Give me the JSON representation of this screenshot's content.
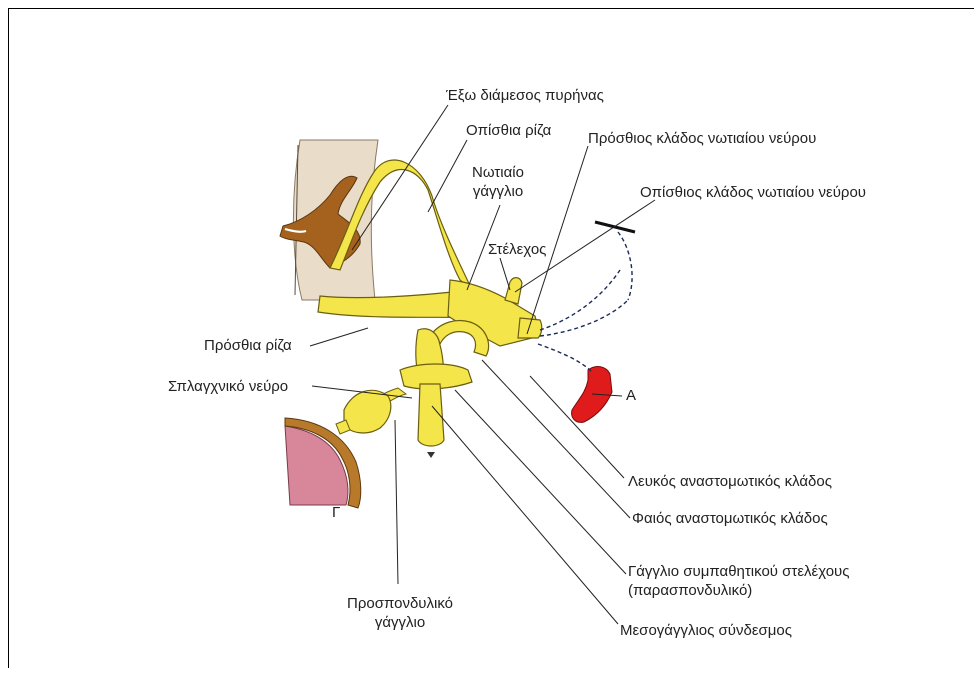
{
  "labels": {
    "exo_diamesos_pyrinas": "Έξω διάμεσος πυρήνας",
    "opisthia_riza": "Οπίσθια ρίζα",
    "notiaio_line1": "Νωτιαίο",
    "notiaio_line2": "γάγγλιο",
    "stelexos": "Στέλεχος",
    "prosthios_kladosnotiaiou": "Πρόσθιος κλάδος νωτιαίου νεύρου",
    "opisthios_kladosnotiaiou": "Οπίσθιος κλάδος νωτιαίου νεύρου",
    "prosthia_riza": "Πρόσθια ρίζα",
    "splagxniko_neyro": "Σπλαγχνικό νεύρο",
    "letter_a": "Α",
    "letter_g": "Γ",
    "leykos_anastomotikos": "Λευκός αναστομωτικός κλάδος",
    "faios_anastomotikos": "Φαιός αναστομωτικός κλάδος",
    "gagglio_symp_line1": "Γάγγλιο συμπαθητικού στελέχους",
    "gagglio_symp_line2": "(παρασπονδυλικό)",
    "prospondyliko_line1": "Προσπονδυλικό",
    "prospondyliko_line2": "γάγγλιο",
    "mesogagglios": "Μεσογάγγλιος σύνδεσμος"
  },
  "colors": {
    "nerve_yellow": "#f4e54a",
    "nerve_outline": "#6b5e10",
    "cord_tan": "#e9dcc9",
    "grey_matter": "#a5621e",
    "artery_red": "#e01b1b",
    "gut_pink": "#d8879a",
    "gut_brown": "#b87a2a"
  }
}
